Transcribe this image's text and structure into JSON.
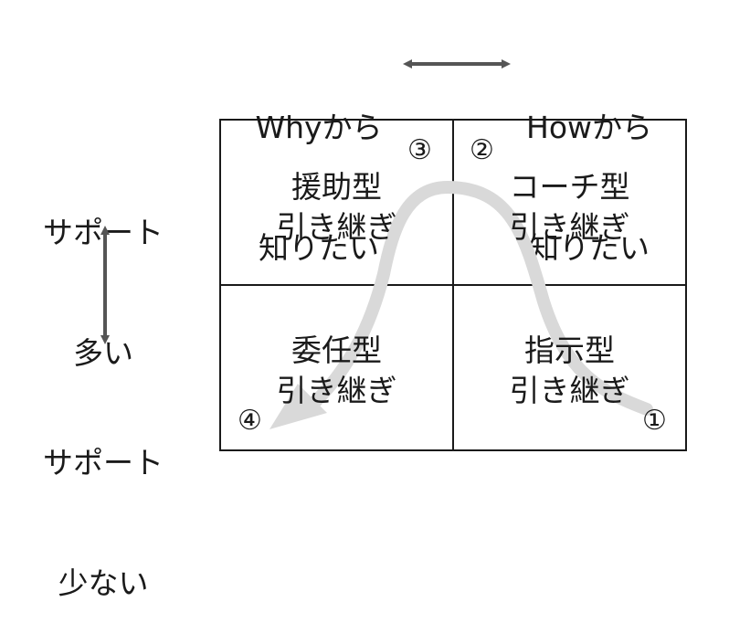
{
  "axes": {
    "left_end_line1": "Whyから",
    "left_end_line2": "知りたい",
    "right_end_line1": "Howから",
    "right_end_line2": "知りたい",
    "top_end_line1": "サポート",
    "top_end_line2": "多い",
    "bottom_end_line1": "サポート",
    "bottom_end_line2": "少ない"
  },
  "quadrants": {
    "top_left": {
      "name": "援助型",
      "suffix": "引き継ぎ",
      "number": "③"
    },
    "top_right": {
      "name": "コーチ型",
      "suffix": "引き継ぎ",
      "number": "②"
    },
    "bottom_left": {
      "name": "委任型",
      "suffix": "引き継ぎ",
      "number": "④"
    },
    "bottom_right": {
      "name": "指示型",
      "suffix": "引き継ぎ",
      "number": "①"
    }
  },
  "colors": {
    "line": "#1a1a1a",
    "arrow": "#555555",
    "path": "#d9d9d9"
  }
}
